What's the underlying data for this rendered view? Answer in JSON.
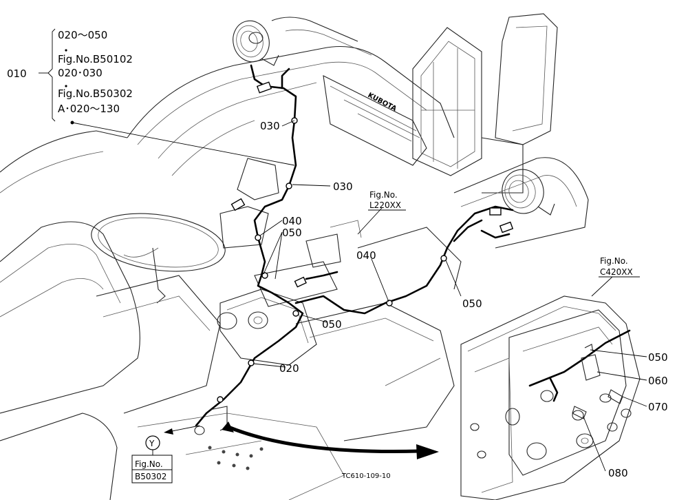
{
  "callout_block": {
    "main_ref": "010",
    "lines": [
      "020～050",
      "Fig.No.B50102",
      "020･030",
      "Fig.No.B50302",
      "A･020～130"
    ]
  },
  "part_labels": {
    "p030_a": "030",
    "p030_b": "030",
    "p040_a": "040",
    "p050_a": "050",
    "p040_b": "040",
    "p050_b": "050",
    "p050_c": "050",
    "p020": "020",
    "p050_d": "050",
    "p060": "060",
    "p070": "070",
    "p080": "080"
  },
  "fig_refs": {
    "l220": {
      "line1": "Fig.No.",
      "line2": "L220XX"
    },
    "c420": {
      "line1": "Fig.No.",
      "line2": "C420XX"
    },
    "b50302": {
      "line1": "Fig.No.",
      "line2": "B50302"
    }
  },
  "view_marker": "Y",
  "hood_logo": "KUBOTA",
  "drawing_code": "TC610-109-10"
}
